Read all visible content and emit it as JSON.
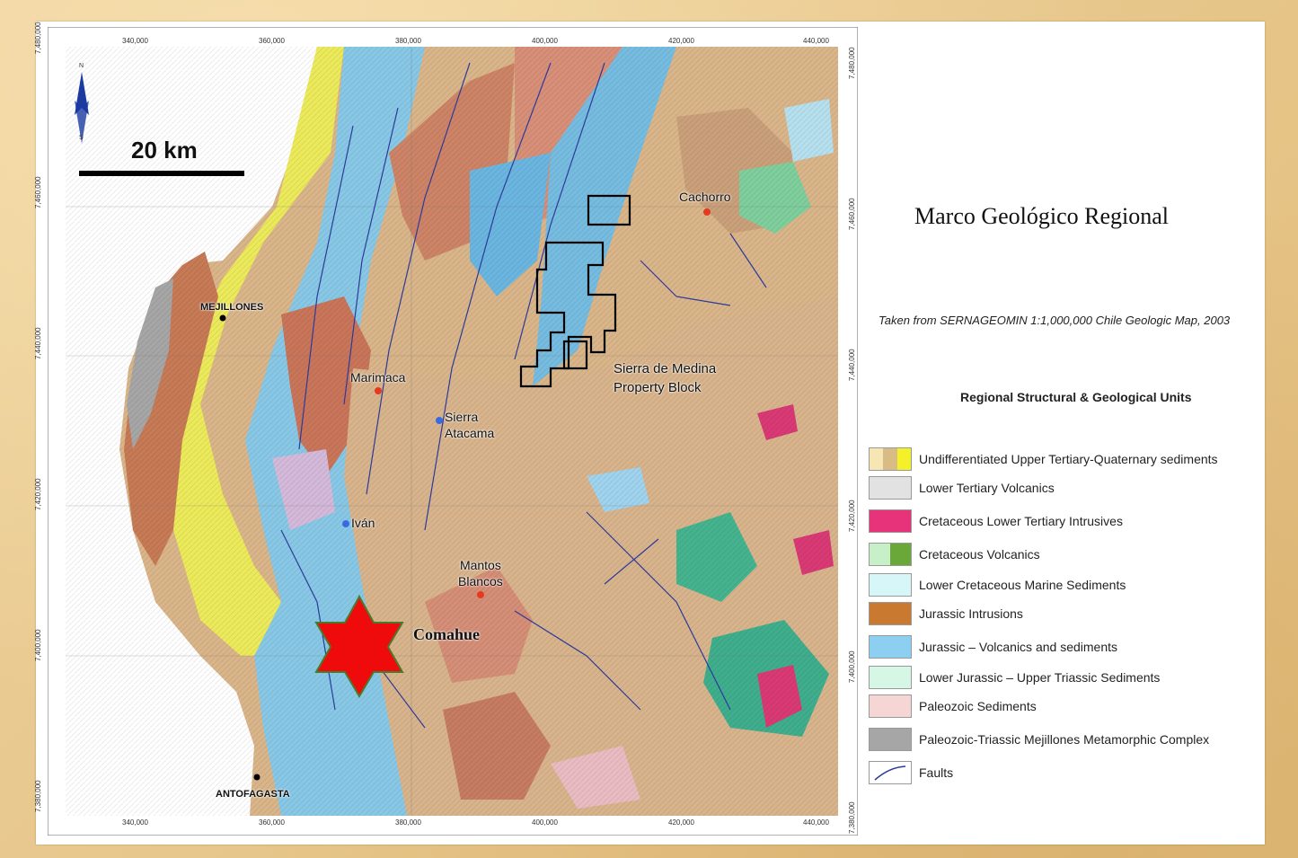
{
  "figure": {
    "title": "Marco Geológico Regional",
    "source": "Taken from SERNAGEOMIN 1:1,000,000 Chile Geologic Map, 2003",
    "legend_title": "Regional Structural & Geological Units",
    "scale_bar_label": "20 km"
  },
  "axes": {
    "x_ticks": [
      "340,000",
      "360,000",
      "380,000",
      "400,000",
      "420,000",
      "440,000"
    ],
    "y_ticks": [
      "7,480,000",
      "7,460,000",
      "7,440,000",
      "7,420,000",
      "7,400,000",
      "7,380,000"
    ]
  },
  "north_arrow": {
    "n": "N",
    "s": "S"
  },
  "places": {
    "mejillones": "MEJILLONES",
    "antofagasta": "ANTOFAGASTA",
    "cachorro": "Cachorro",
    "marimaca": "Marimaca",
    "sierra_atacama_1": "Sierra",
    "sierra_atacama_2": "Atacama",
    "ivan": "Iván",
    "mantos_1": "Mantos",
    "mantos_2": "Blancos",
    "comahue": "Comahue",
    "property_1": "Sierra de Medina",
    "property_2": "Property Block"
  },
  "legend": [
    {
      "label": "Undifferentiated Upper Tertiary-Quaternary sediments",
      "colors": [
        "#f6e6b4",
        "#d8bc84",
        "#f4f12a"
      ]
    },
    {
      "label": "Lower Tertiary Volcanics",
      "colors": [
        "#e2e2e2"
      ]
    },
    {
      "label": "Cretaceous Lower Tertiary Intrusives",
      "colors": [
        "#e6337a"
      ]
    },
    {
      "label": "Cretaceous Volcanics",
      "colors": [
        "#c8f0c8",
        "#6aa83a"
      ]
    },
    {
      "label": "Lower Cretaceous Marine Sediments",
      "colors": [
        "#d6f6f8"
      ]
    },
    {
      "label": "Jurassic Intrusions",
      "colors": [
        "#c97a30"
      ]
    },
    {
      "label": "Jurassic – Volcanics and sediments",
      "colors": [
        "#8ccff0"
      ]
    },
    {
      "label": "Lower Jurassic – Upper Triassic Sediments",
      "colors": [
        "#d6f6e6"
      ]
    },
    {
      "label": "Paleozoic Sediments",
      "colors": [
        "#f6d6d4"
      ]
    },
    {
      "label": "Paleozoic-Triassic Mejillones Metamorphic Complex",
      "colors": [
        "#a6a6a6"
      ]
    },
    {
      "label": "Faults",
      "colors": [
        "#ffffff"
      ]
    }
  ]
}
